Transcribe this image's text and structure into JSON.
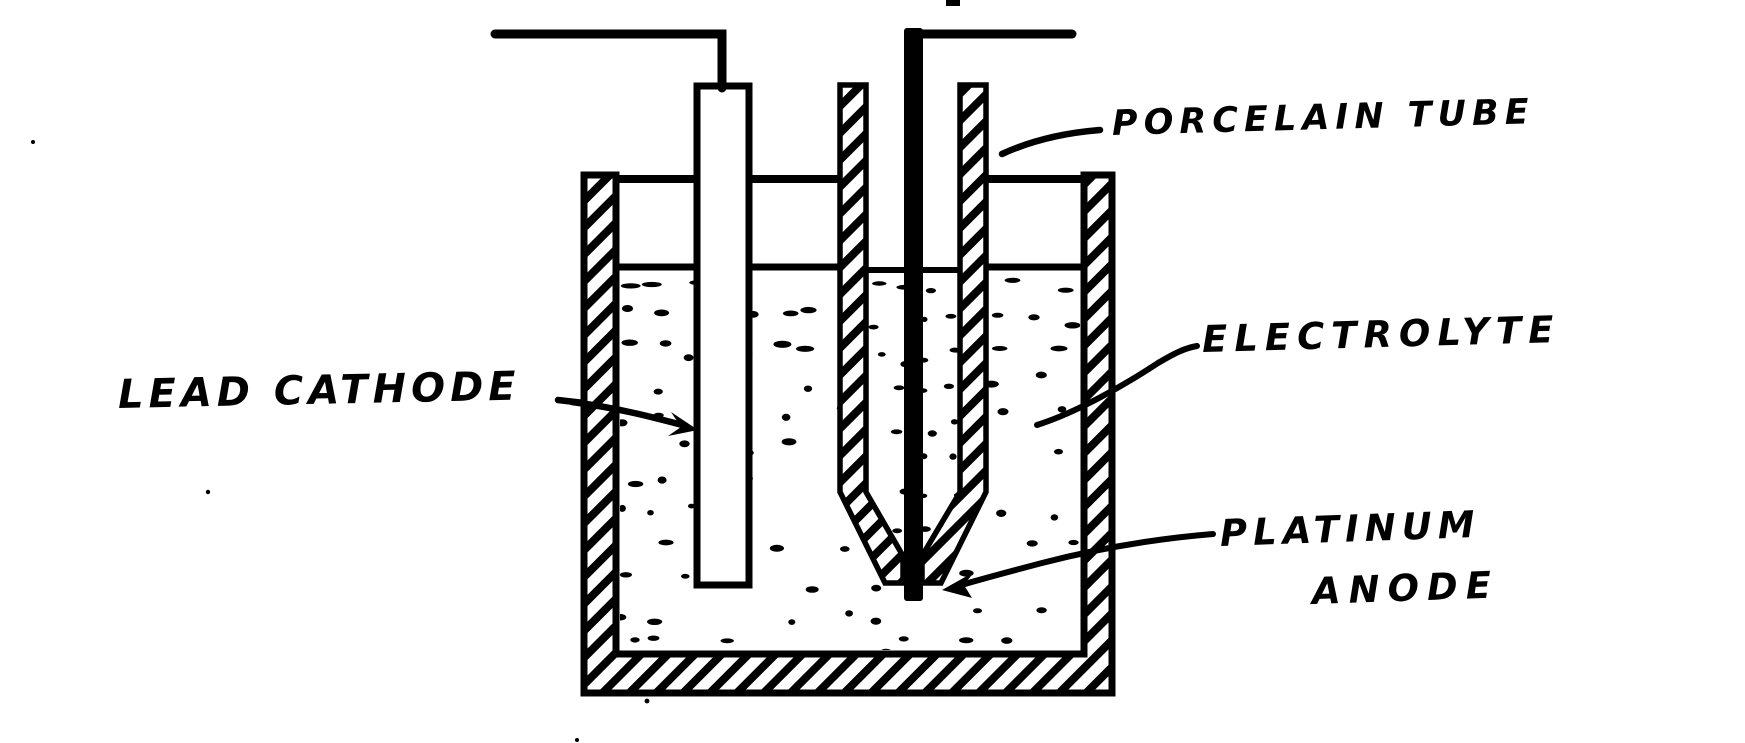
{
  "diagram": {
    "labels": {
      "porcelain_tube": "PORCELAIN TUBE",
      "electrolyte": "ELECTROLYTE",
      "lead_cathode": "LEAD CATHODE",
      "platinum": "PLATINUM",
      "anode": "ANODE"
    },
    "colors": {
      "ink": "#000000",
      "paper": "#ffffff"
    }
  }
}
